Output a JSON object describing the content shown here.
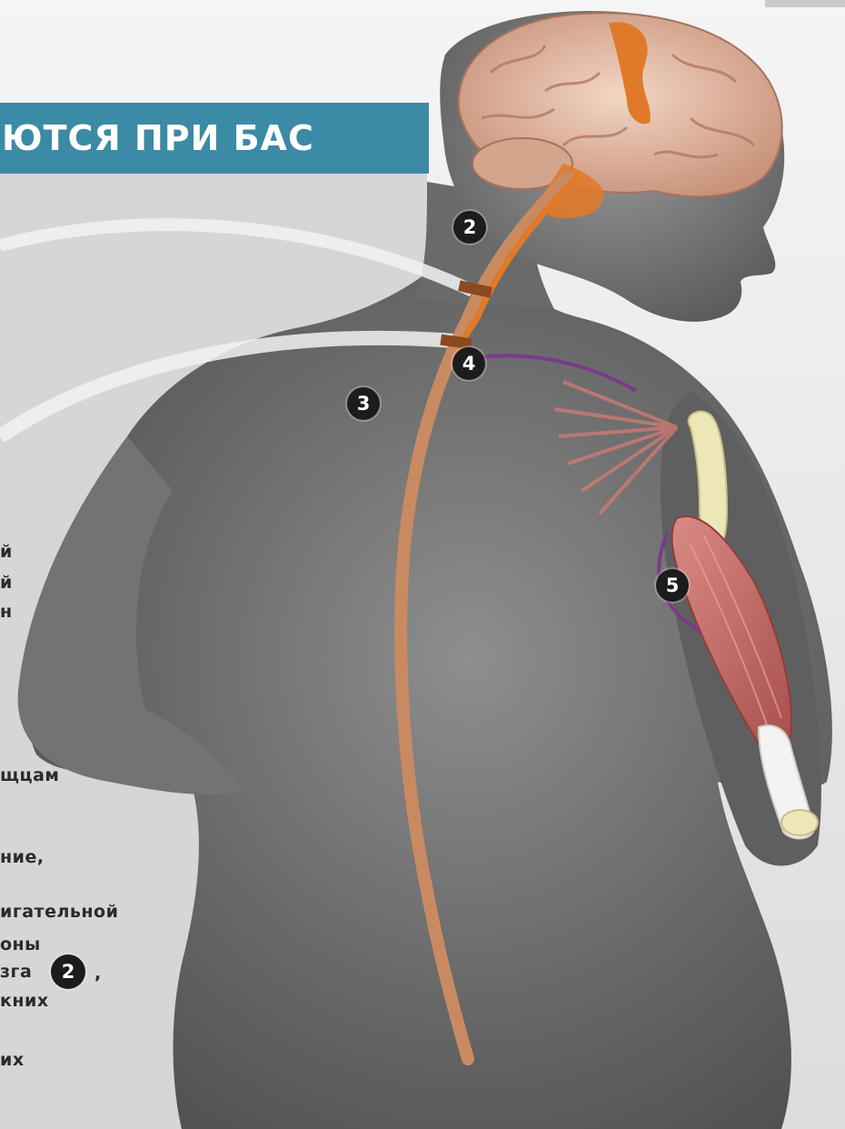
{
  "banner": {
    "title": "ЮТСЯ ПРИ БАС"
  },
  "badges": [
    "2",
    "3",
    "4",
    "5"
  ],
  "text_fragments": [
    "й",
    "й",
    "н",
    "щцам",
    "ние,",
    "игательной",
    "оны",
    "зга",
    ",",
    "кних",
    "их"
  ],
  "inline_badge": "2",
  "colors": {
    "banner": "#3b8aa6",
    "body_silhouette": "#6f6f6f",
    "spinal_cord": "#c98a62",
    "motor_cortex": "#e07a2a",
    "nerve": "#7a3a8a",
    "muscle": "#c86a66",
    "bone": "#ece6b8"
  }
}
